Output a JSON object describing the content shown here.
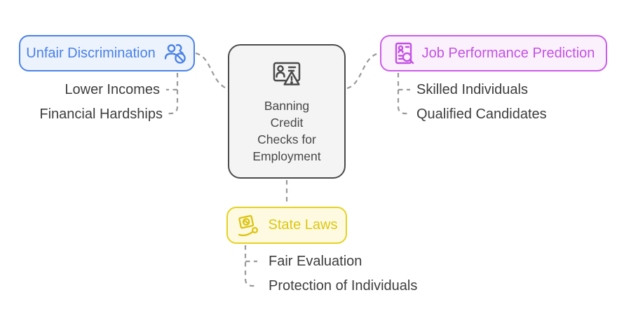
{
  "canvas": {
    "background": "#ffffff",
    "connector_color": "#9a9a9a"
  },
  "center_node": {
    "icon": "id-card-warning-icon",
    "title": "Banning Credit Checks for Employment",
    "title_lines": [
      "Banning",
      "Credit",
      "Checks for",
      "Employment"
    ],
    "bg_color": "#f4f4f4",
    "border_color": "#4a4a4a",
    "text_color": "#474747"
  },
  "branches": [
    {
      "id": "unfair-discrimination",
      "label": "Unfair Discrimination",
      "icon": "users-ban-icon",
      "icon_position": "right",
      "accent_color": "#4c82e6",
      "bg_color": "#ecf3fd",
      "children": [
        "Lower Incomes",
        "Financial Hardships"
      ]
    },
    {
      "id": "job-performance-prediction",
      "label": "Job Performance Prediction",
      "icon": "resume-search-icon",
      "icon_position": "left",
      "accent_color": "#c351e4",
      "bg_color": "#fbf1fd",
      "children": [
        "Skilled Individuals",
        "Qualified Candidates"
      ]
    },
    {
      "id": "state-laws",
      "label": "State Laws",
      "icon": "hand-ban-sign-icon",
      "icon_position": "left",
      "accent_color": "#ddc713",
      "bg_color": "#fdfae1",
      "children": [
        "Fair Evaluation",
        "Protection of Individuals"
      ]
    }
  ]
}
